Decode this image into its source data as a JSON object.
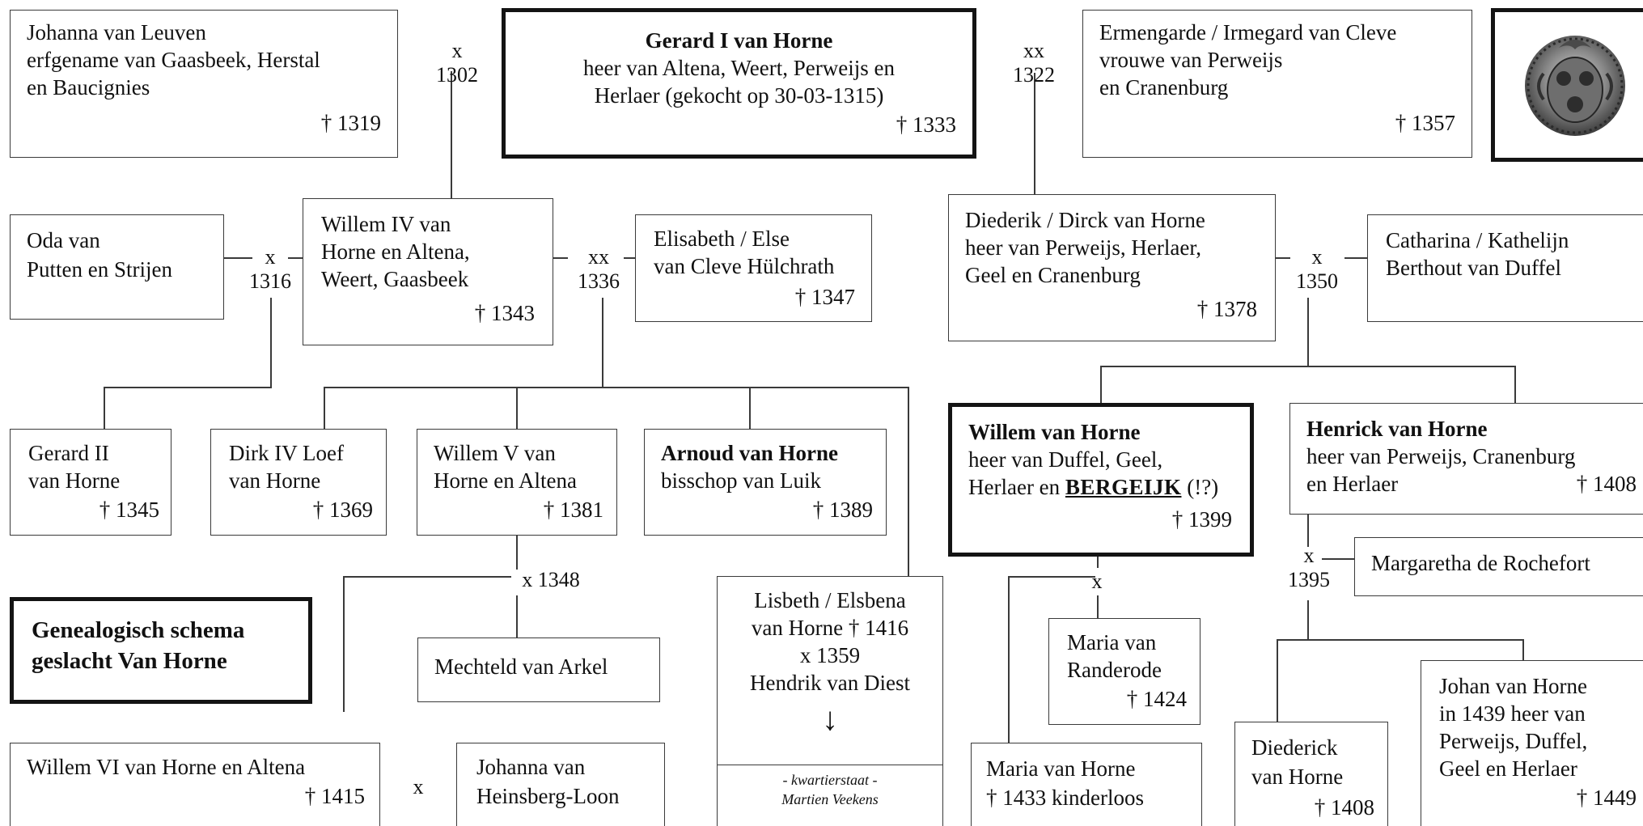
{
  "people": {
    "johanna_leuven": {
      "lines": [
        "Johanna van Leuven",
        "erfgename van Gaasbeek, Herstal",
        "en Baucignies"
      ],
      "death": "† 1319"
    },
    "gerard_i": {
      "name": "Gerard I van Horne",
      "lines": [
        "heer van Altena, Weert, Perweijs en",
        "Herlaer (gekocht op 30-03-1315)"
      ],
      "death": "† 1333"
    },
    "ermengarde": {
      "lines": [
        "Ermengarde / Irmegard van Cleve",
        "vrouwe van Perweijs",
        "en Cranenburg"
      ],
      "death": "† 1357"
    },
    "oda": {
      "lines": [
        "Oda van",
        "Putten en Strijen"
      ]
    },
    "willem_iv": {
      "lines": [
        "Willem IV van",
        "Horne en Altena,",
        "Weert, Gaasbeek"
      ],
      "death": "† 1343"
    },
    "elisabeth": {
      "lines": [
        "Elisabeth / Else",
        "van Cleve Hülchrath"
      ],
      "death": "† 1347"
    },
    "diederik": {
      "lines": [
        "Diederik / Dirck van Horne",
        "heer van Perweijs, Herlaer,",
        "Geel en Cranenburg"
      ],
      "death": "† 1378"
    },
    "catharina": {
      "lines": [
        "Catharina / Kathelijn",
        "Berthout van Duffel"
      ]
    },
    "gerard_ii": {
      "lines": [
        "Gerard II",
        "van Horne"
      ],
      "death": "† 1345"
    },
    "dirk_iv": {
      "lines": [
        "Dirk IV Loef",
        "van Horne"
      ],
      "death": "† 1369"
    },
    "willem_v": {
      "lines": [
        "Willem V van",
        "Horne en Altena"
      ],
      "death": "† 1381"
    },
    "arnoud": {
      "name": "Arnoud van Horne",
      "lines": [
        "bisschop van Luik"
      ],
      "death": "† 1389"
    },
    "willem_duffel": {
      "name": "Willem van Horne",
      "lines": [
        "heer van Duffel, Geel,",
        "Herlaer en"
      ],
      "emphasis": "BERGEIJK",
      "note": "(!?)",
      "death": "† 1399"
    },
    "henrick": {
      "name": "Henrick van Horne",
      "lines": [
        "heer van Perweijs, Cranenburg",
        "en Herlaer"
      ],
      "death": "† 1408"
    },
    "margaretha": {
      "lines": [
        "Margaretha de Rochefort"
      ]
    },
    "mechteld": {
      "lines": [
        "Mechteld van Arkel"
      ]
    },
    "lisbeth": {
      "lines": [
        "Lisbeth / Elsbena",
        "van Horne † 1416",
        "x 1359",
        "Hendrik van Diest"
      ],
      "arrow": "↓"
    },
    "maria_randerode": {
      "lines": [
        "Maria van",
        "Randerode"
      ],
      "death": "† 1424"
    },
    "willem_vi": {
      "lines": [
        "Willem VI van Horne en Altena"
      ],
      "death": "† 1415"
    },
    "johanna_heinsberg": {
      "lines": [
        "Johanna van",
        "Heinsberg-Loon"
      ]
    },
    "maria_horne": {
      "lines": [
        "Maria van Horne",
        "† 1433 kinderloos"
      ]
    },
    "diederick_1408": {
      "lines": [
        "Diederick",
        "van Horne"
      ],
      "death": "† 1408"
    },
    "johan": {
      "lines": [
        "Johan van Horne",
        "in 1439 heer van",
        "Perweijs, Duffel,",
        "Geel en Herlaer"
      ],
      "death": "† 1449"
    }
  },
  "marriages": {
    "gerard_johanna": {
      "sym": "x",
      "year": "1302"
    },
    "gerard_ermengarde": {
      "sym": "xx",
      "year": "1322"
    },
    "oda_willem": {
      "sym": "x",
      "year": "1316"
    },
    "willem_elisabeth": {
      "sym": "xx",
      "year": "1336"
    },
    "diederik_catharina": {
      "sym": "x",
      "year": "1350"
    },
    "henrick_margaretha": {
      "sym": "x",
      "year": "1395"
    },
    "willem_v_mechteld": {
      "text": "x 1348"
    },
    "willem_maria": {
      "sym": "x"
    },
    "willem_vi_johanna": {
      "sym": "x"
    }
  },
  "title": {
    "lines": [
      "Genealogisch schema",
      "geslacht Van Horne"
    ]
  },
  "credit": {
    "lines": [
      "- kwartierstaat -",
      "Martien Veekens"
    ]
  },
  "seal": {
    "name": "seal-image"
  }
}
